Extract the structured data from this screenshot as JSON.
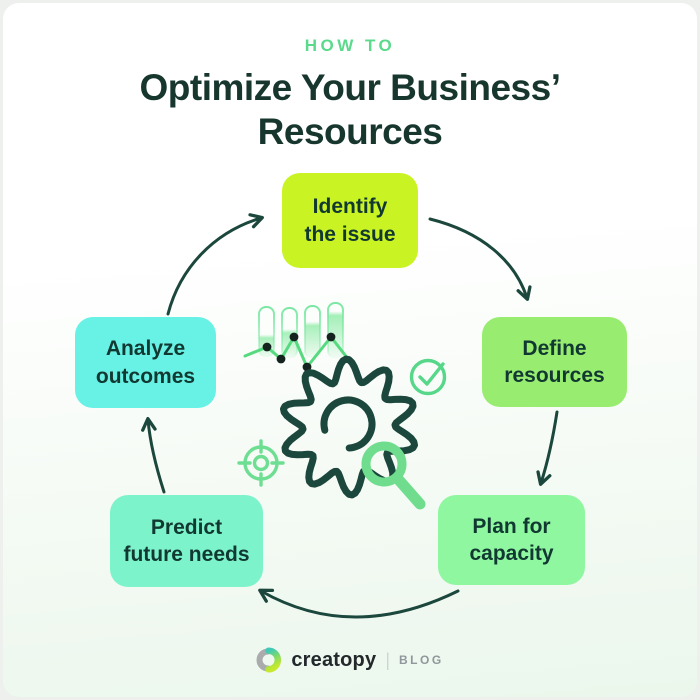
{
  "header": {
    "eyebrow": "HOW TO",
    "title_line1": "Optimize Your Business’",
    "title_line2": "Resources"
  },
  "steps": [
    {
      "id": "identify-the-issue",
      "lines": [
        "Identify",
        "the issue"
      ],
      "color": "#c9f323"
    },
    {
      "id": "define-resources",
      "lines": [
        "Define",
        "resources"
      ],
      "color": "#98ed71"
    },
    {
      "id": "plan-for-capacity",
      "lines": [
        "Plan for",
        "capacity"
      ],
      "color": "#8ef7a0"
    },
    {
      "id": "predict-future-needs",
      "lines": [
        "Predict",
        "future needs"
      ],
      "color": "#7df3cb"
    },
    {
      "id": "analyze-outcomes",
      "lines": [
        "Analyze",
        "outcomes"
      ],
      "color": "#68f1e5"
    }
  ],
  "flow": [
    "identify-the-issue -> define-resources",
    "define-resources -> plan-for-capacity",
    "plan-for-capacity -> predict-future-needs",
    "predict-future-needs -> analyze-outcomes",
    "analyze-outcomes -> identify-the-issue"
  ],
  "center_icons": [
    "bar-line-chart",
    "gear",
    "check-circle",
    "target",
    "magnifier"
  ],
  "footer": {
    "brand": "creatopy",
    "divider": "|",
    "suffix": "BLOG"
  },
  "colors": {
    "eyebrow_green": "#5bd98c",
    "title_dark": "#17362e",
    "arrow_dark_teal": "#1c473c",
    "icon_green": "#5fd98b",
    "chart_line_green": "#57da7f",
    "dot_dark": "#15231e",
    "card_bg_bottom": "#ebf7ec"
  }
}
